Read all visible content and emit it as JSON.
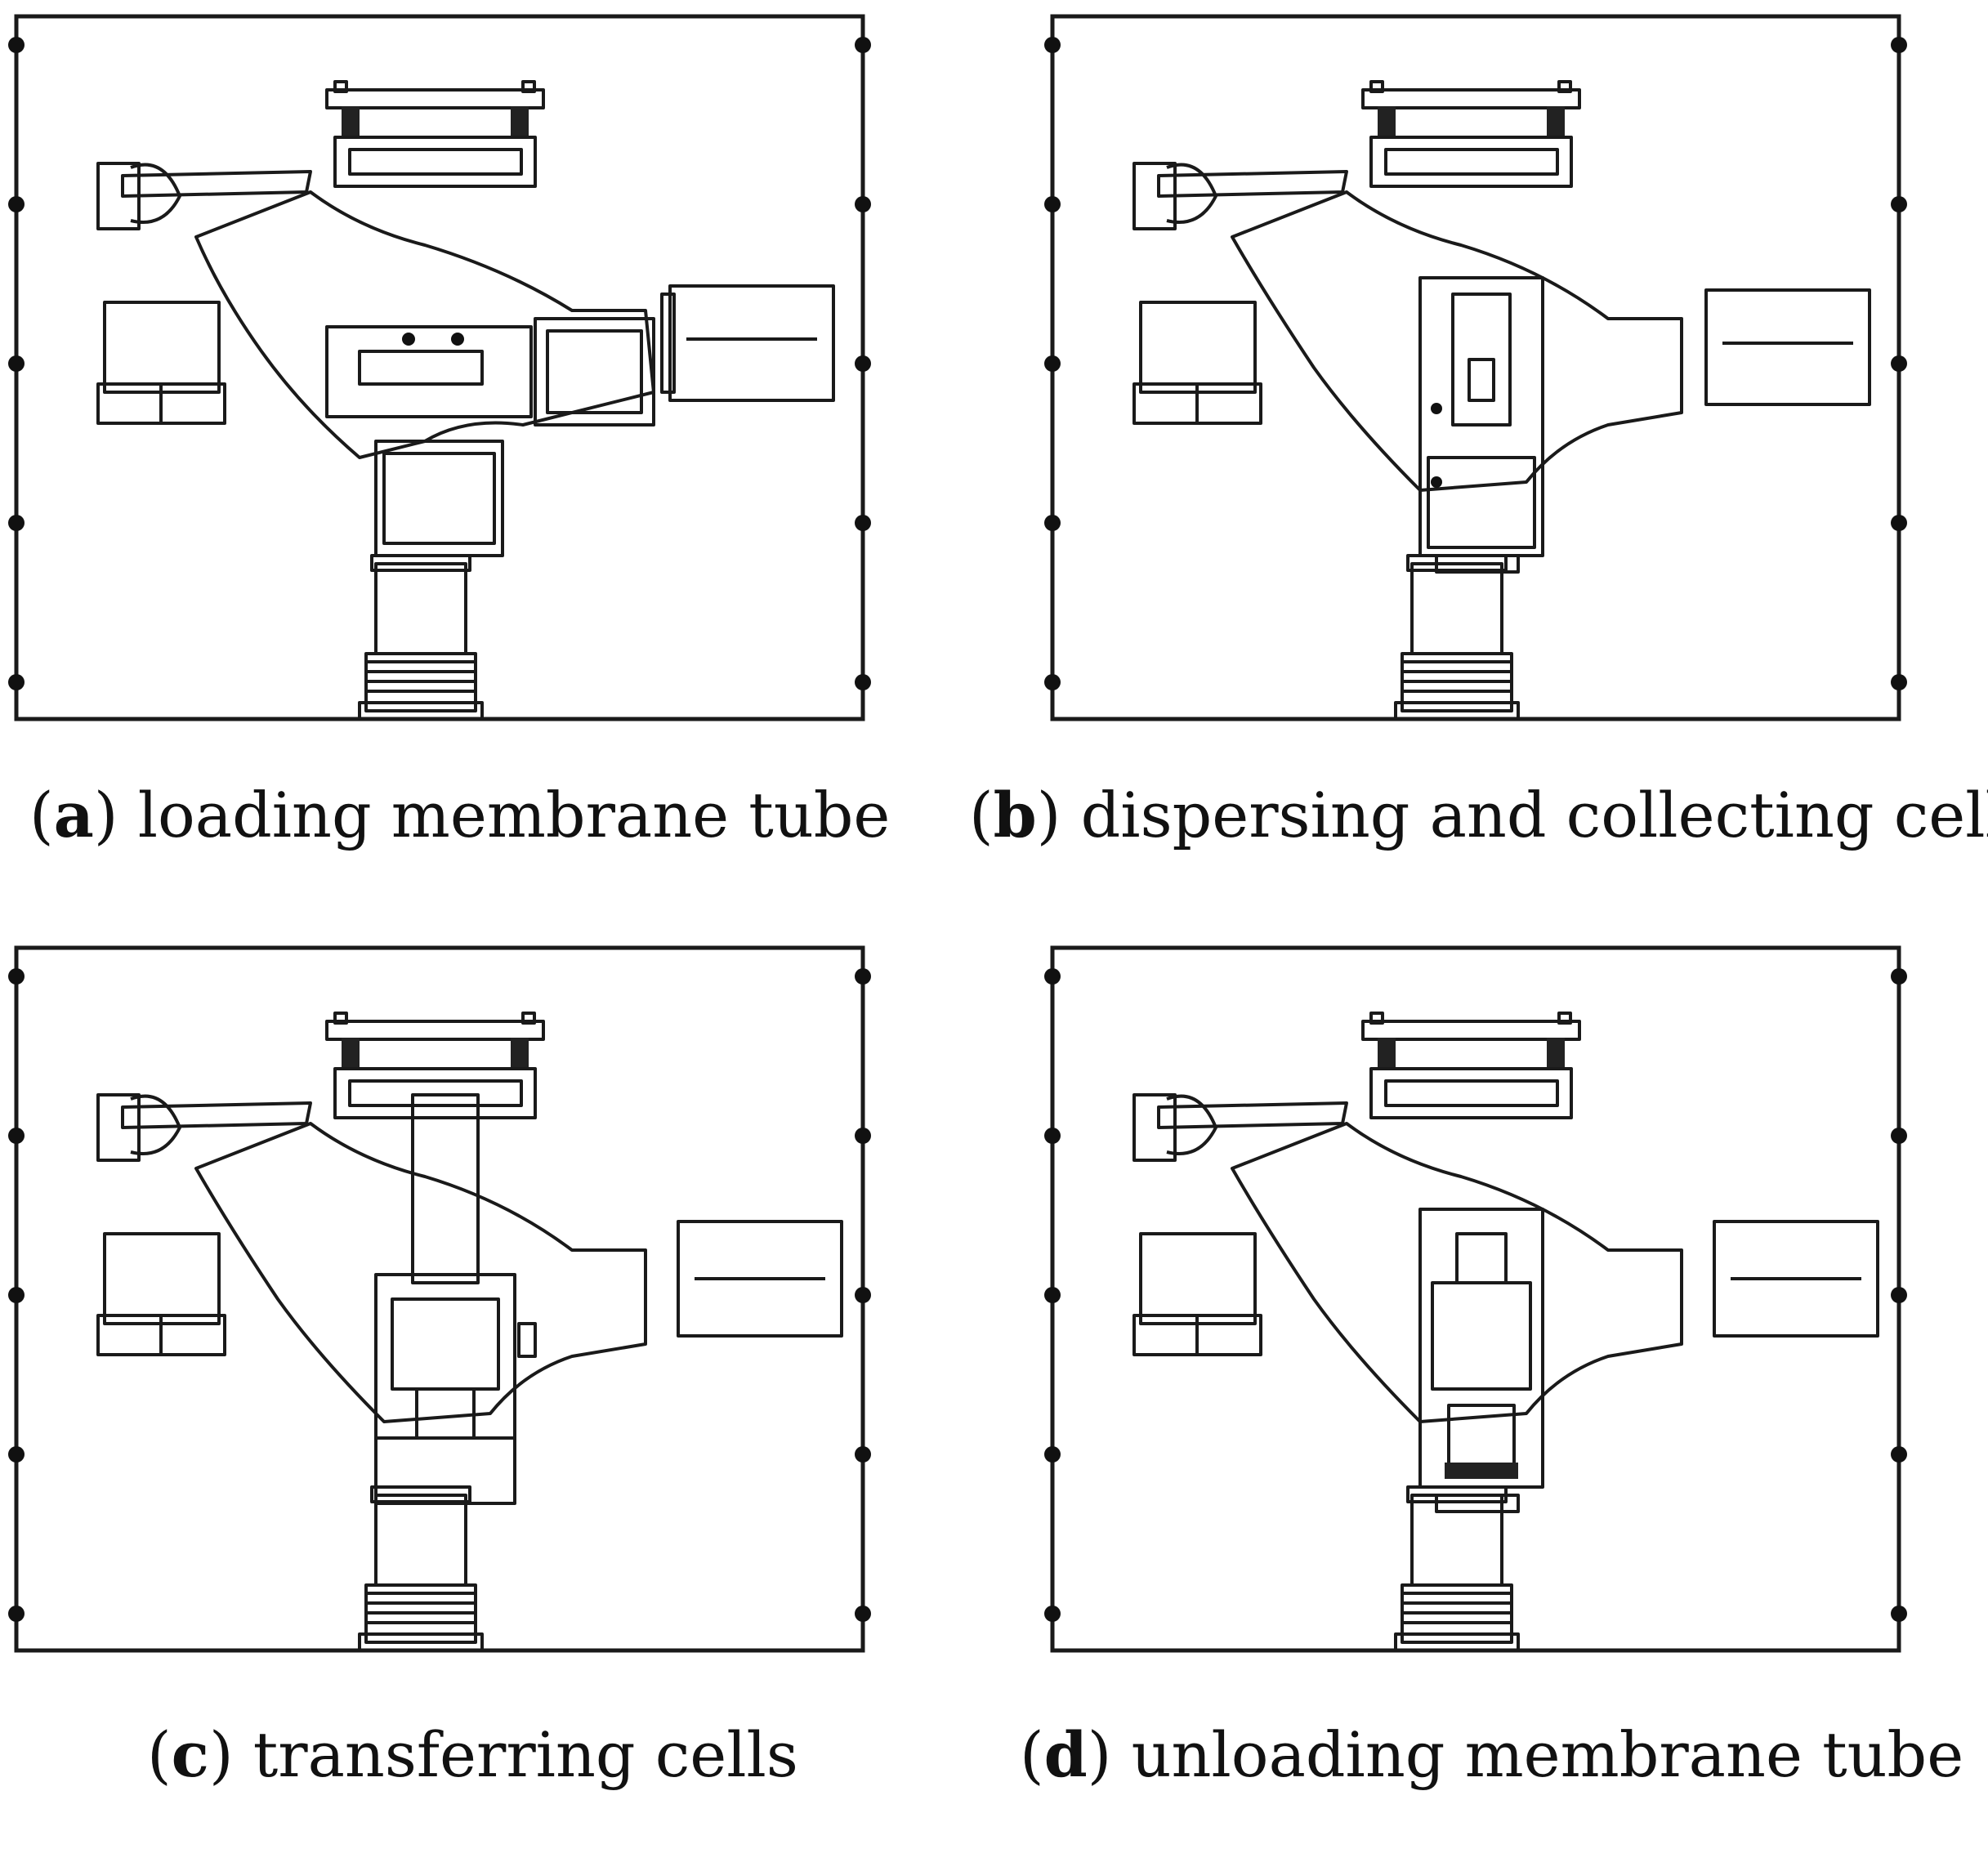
{
  "panels": [
    {
      "id": "a",
      "letter": "a",
      "caption": "loading membrane tube",
      "state": "loading"
    },
    {
      "id": "b",
      "letter": "b",
      "caption": "dispersing and collecting cells",
      "state": "dispersing"
    },
    {
      "id": "c",
      "letter": "c",
      "caption": "transferring cells",
      "state": "transferring"
    },
    {
      "id": "d",
      "letter": "d",
      "caption": "unloading membrane tube",
      "state": "unloading"
    }
  ],
  "colors": {
    "line": "#1a1a1a",
    "background": "#ffffff"
  }
}
